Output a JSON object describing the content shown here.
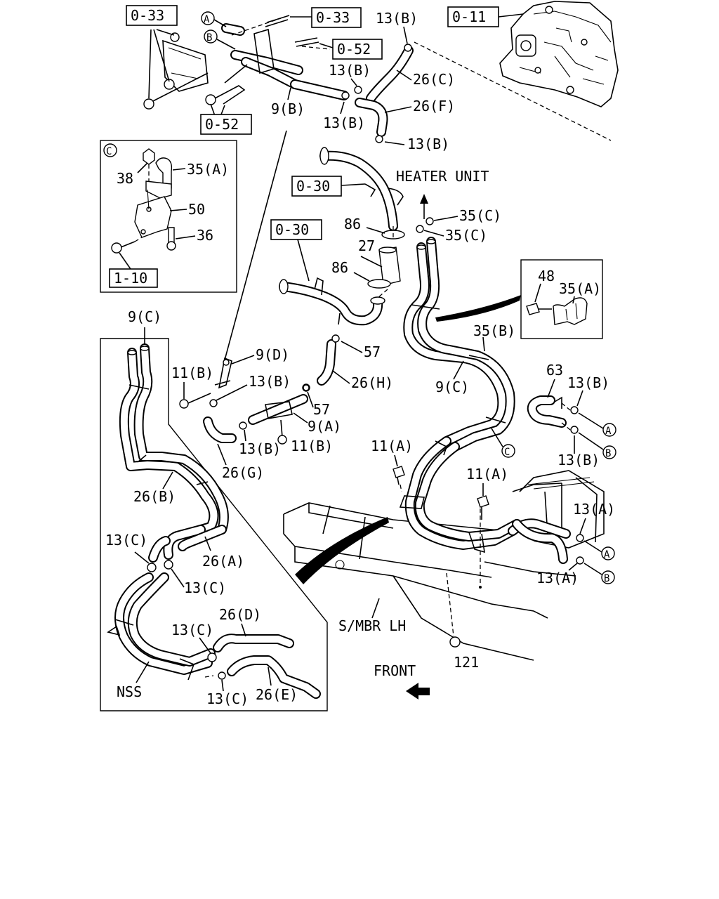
{
  "ref_boxes": {
    "r033_tl": "0-33",
    "r033_top": "0-33",
    "r052_top": "0-52",
    "r011": "0-11",
    "r052_bot": "0-52",
    "r030_a": "0-30",
    "r030_b": "0-30",
    "r110": "1-10"
  },
  "circle_markers": {
    "a_top": "A",
    "b_top": "B",
    "c_inset": "C",
    "c_main": "C",
    "a_r1": "A",
    "b_r1": "B",
    "a_r2": "A",
    "b_r2": "B"
  },
  "labels": {
    "p13b_1": "13(B)",
    "p26c": "26(C)",
    "p13b_2": "13(B)",
    "p9b": "9(B)",
    "p26f": "26(F)",
    "p13b_3": "13(B)",
    "p13b_4": "13(B)",
    "heater": "HEATER UNIT",
    "p38": "38",
    "p35a_1": "35(A)",
    "p50": "50",
    "p36": "36",
    "p86_1": "86",
    "p27": "27",
    "p86_2": "86",
    "p35c_1": "35(C)",
    "p35c_2": "35(C)",
    "p48": "48",
    "p35a_2": "35(A)",
    "p35b": "35(B)",
    "p9c_1": "9(C)",
    "p9d": "9(D)",
    "p57_1": "57",
    "p11b_1": "11(B)",
    "p13b_5": "13(B)",
    "p26h": "26(H)",
    "p57_2": "57",
    "p9a": "9(A)",
    "p13b_6": "13(B)",
    "p11b_2": "11(B)",
    "p26g": "26(G)",
    "p63": "63",
    "p13b_7": "13(B)",
    "p13b_8": "13(B)",
    "p9c_2": "9(C)",
    "p11a_1": "11(A)",
    "p11a_2": "11(A)",
    "p13a_1": "13(A)",
    "p13a_2": "13(A)",
    "p26b": "26(B)",
    "p13c_1": "13(C)",
    "p26a": "26(A)",
    "p13c_2": "13(C)",
    "p26d": "26(D)",
    "p13c_3": "13(C)",
    "nss": "NSS",
    "p13c_4": "13(C)",
    "p26e": "26(E)",
    "smbr": "S/MBR LH",
    "front": "FRONT",
    "p121": "121"
  }
}
